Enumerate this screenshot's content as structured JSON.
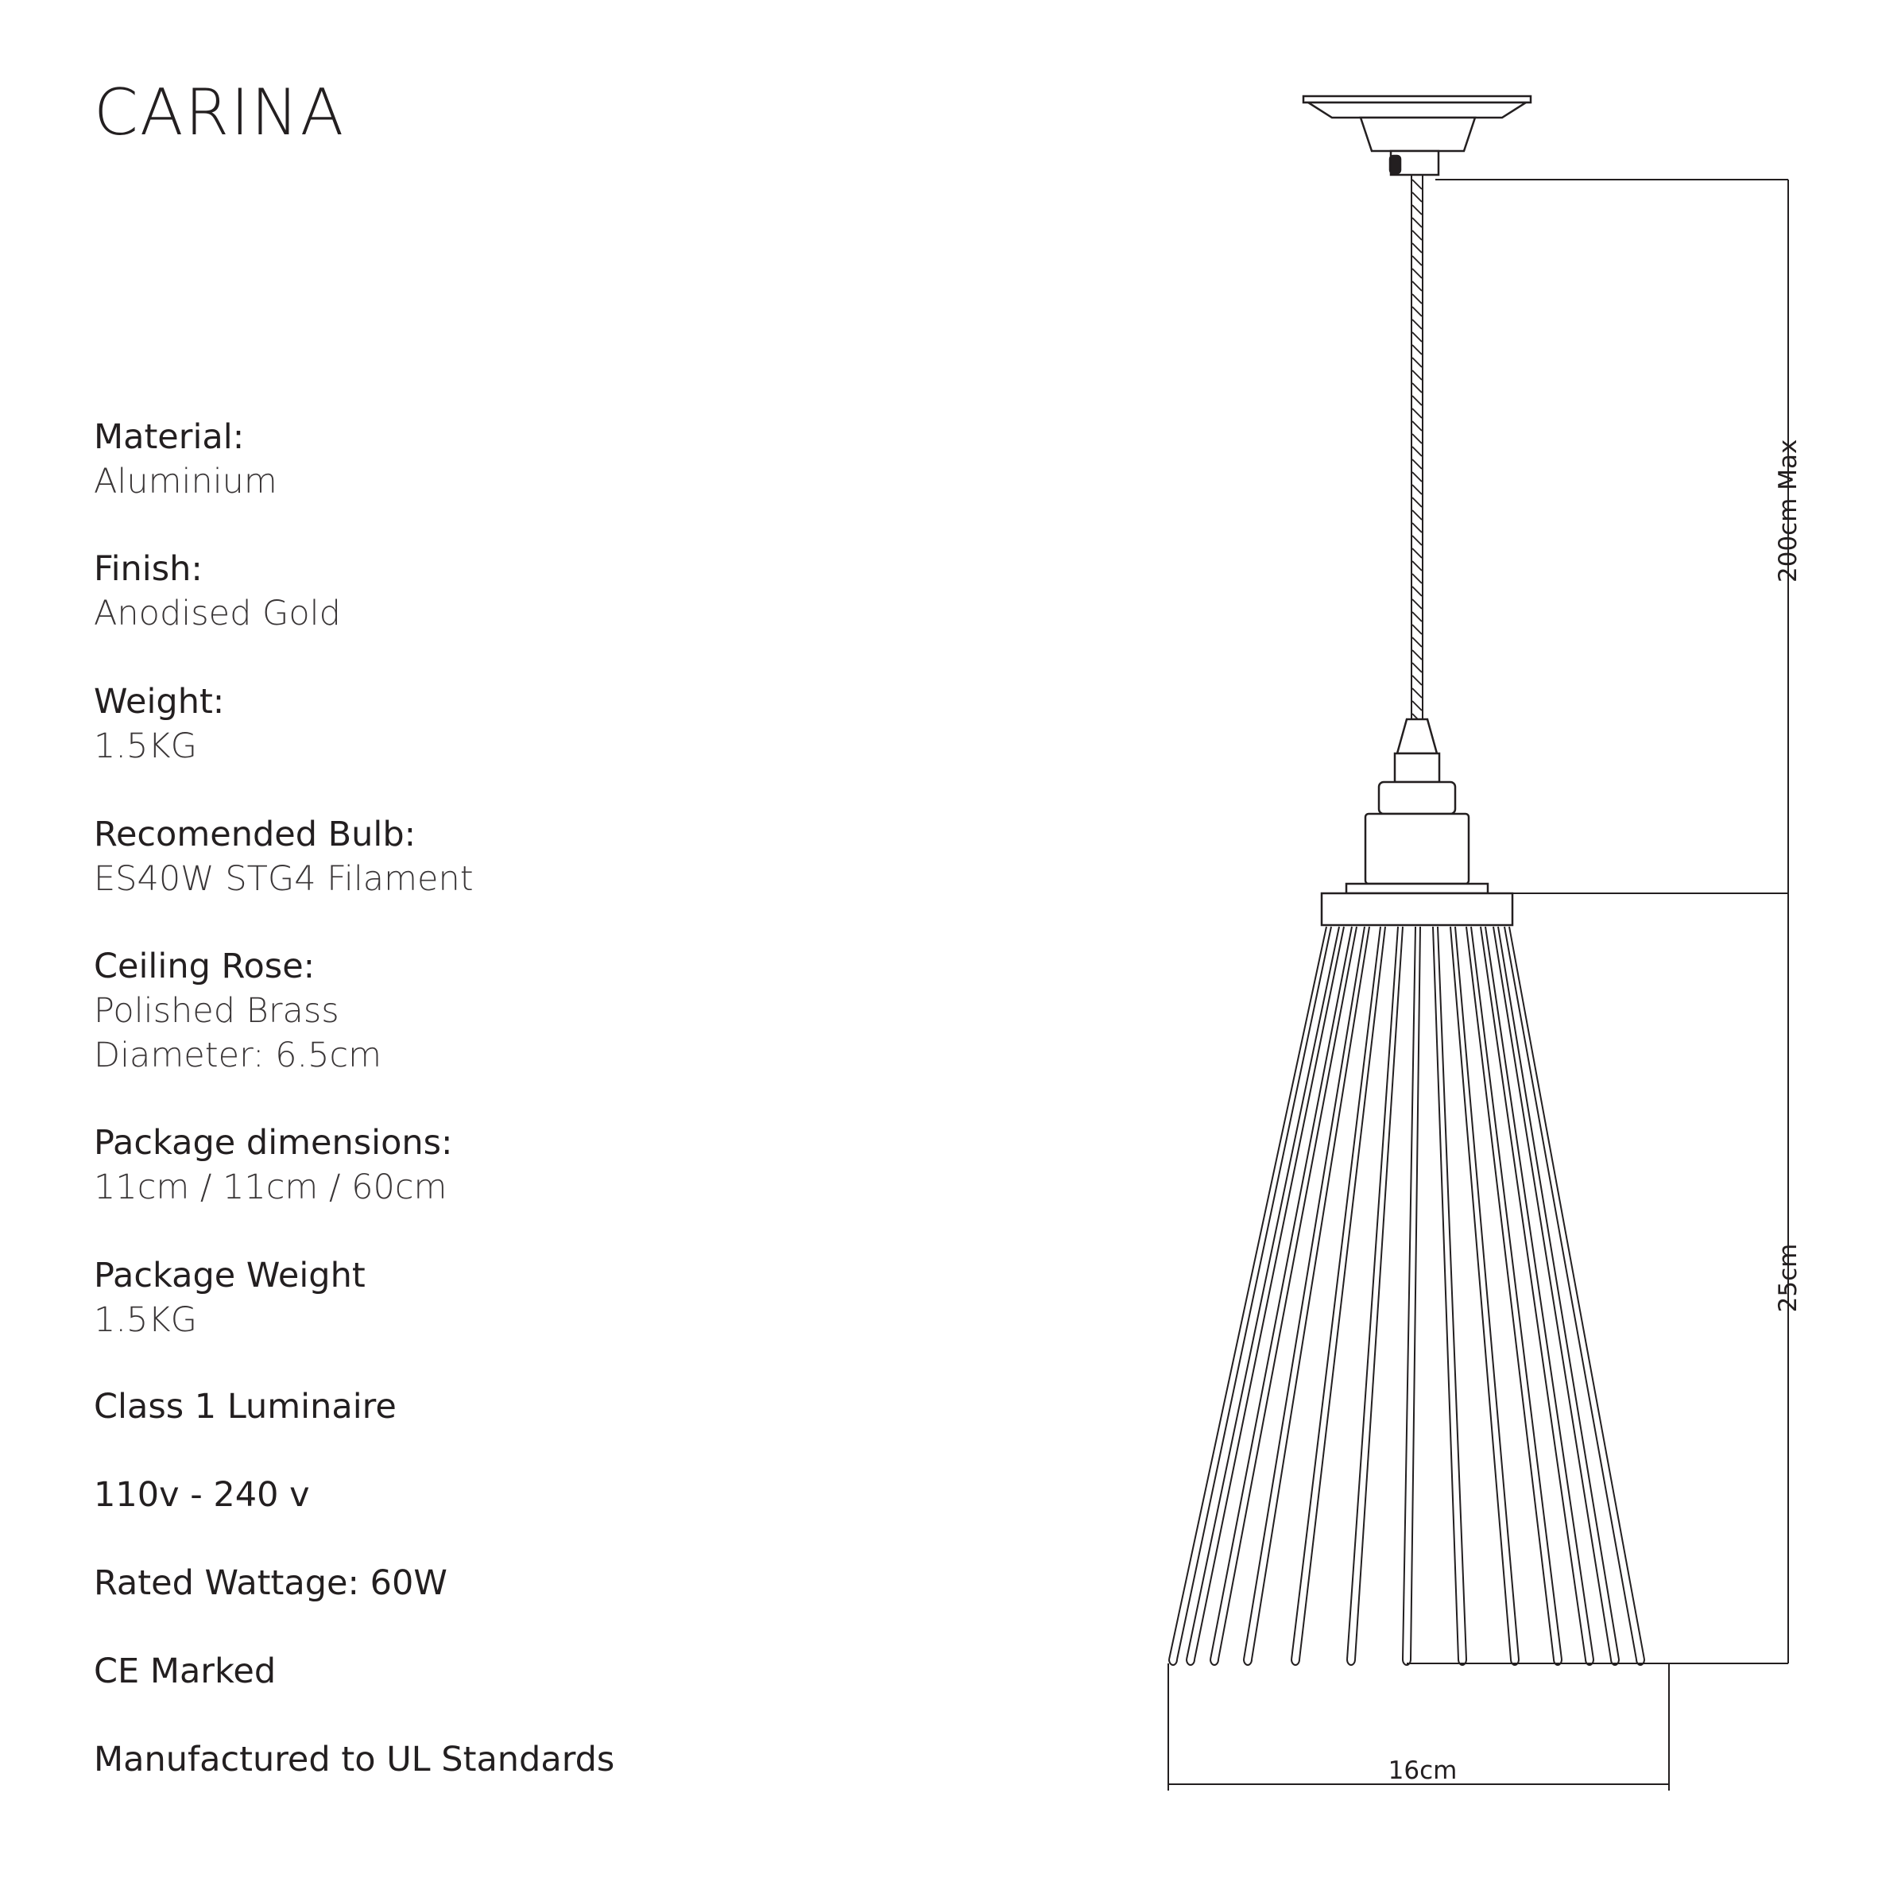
{
  "title": "CARINA",
  "specs": {
    "material": {
      "label": "Material:",
      "value": "Aluminium"
    },
    "finish": {
      "label": "Finish:",
      "value": "Anodised Gold"
    },
    "weight": {
      "label": "Weight:",
      "value": "1.5KG"
    },
    "bulb": {
      "label": "Recomended Bulb:",
      "value": "ES40W STG4 Filament"
    },
    "ceiling_rose": {
      "label": "Ceiling Rose:",
      "value": "Polished Brass",
      "value2": "Diameter: 6.5cm"
    },
    "package_dimensions": {
      "label": "Package dimensions:",
      "value": "11cm / 11cm / 60cm"
    },
    "package_weight": {
      "label": "Package Weight",
      "value": "1.5KG"
    },
    "class": "Class 1 Luminaire",
    "voltage": "110v - 240 v",
    "wattage": "Rated Wattage: 60W",
    "ce": "CE Marked",
    "ul": "Manufactured to UL Standards"
  },
  "dimensions": {
    "cable_drop": "200cm Max",
    "shade_height": "25cm",
    "shade_width": "16cm"
  },
  "colors": {
    "ink": "#231f20",
    "background": "#ffffff"
  }
}
